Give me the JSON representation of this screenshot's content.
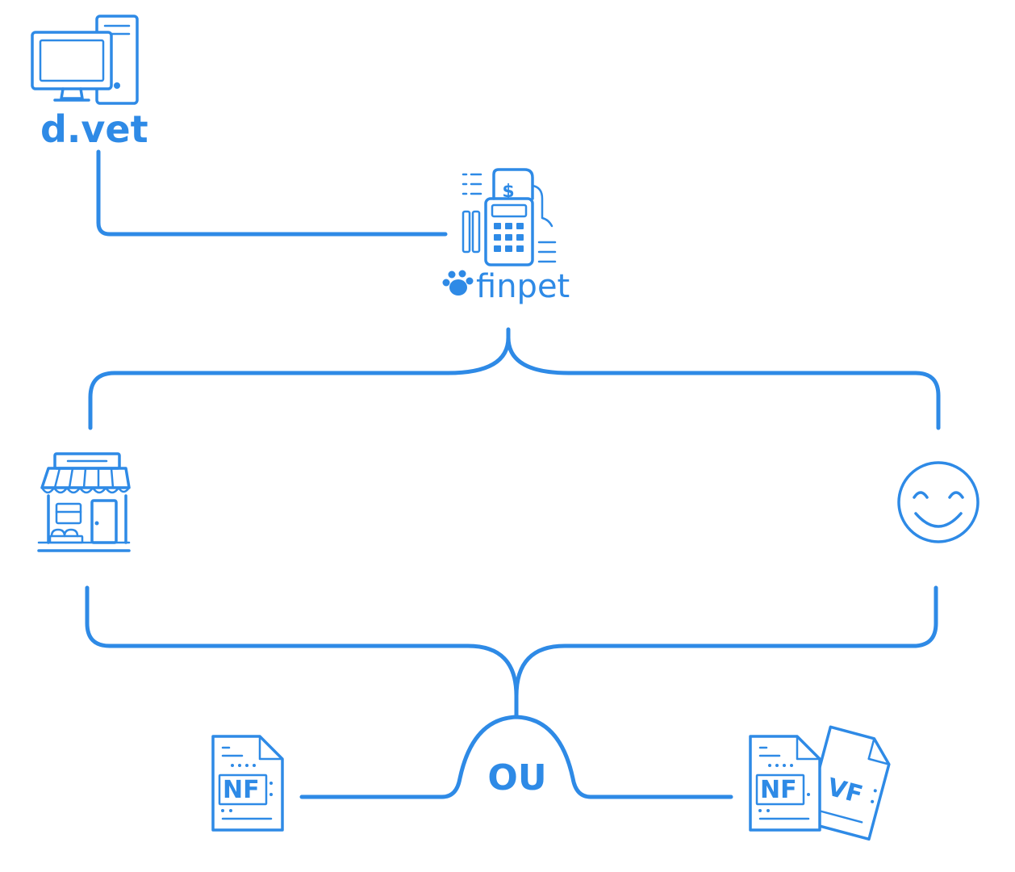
{
  "brand": {
    "computer_logo": "d.vet",
    "cashier_logo": "finpet"
  },
  "nodes": {
    "invoice_single": {
      "icon": "invoice-nf-icon",
      "label": "NF"
    },
    "invoice_double": {
      "icon": "invoice-nf-vf-icon",
      "label_front": "NF",
      "label_back": "VF"
    },
    "store": {
      "icon": "storefront-icon"
    },
    "customer": {
      "icon": "smiley-face-icon"
    },
    "computer": {
      "icon": "desktop-computer-icon"
    },
    "cashier": {
      "icon": "cash-register-icon"
    }
  },
  "connector_or": "OU",
  "colors": {
    "accent": "#2E8AE6",
    "background": "#FFFFFF"
  }
}
